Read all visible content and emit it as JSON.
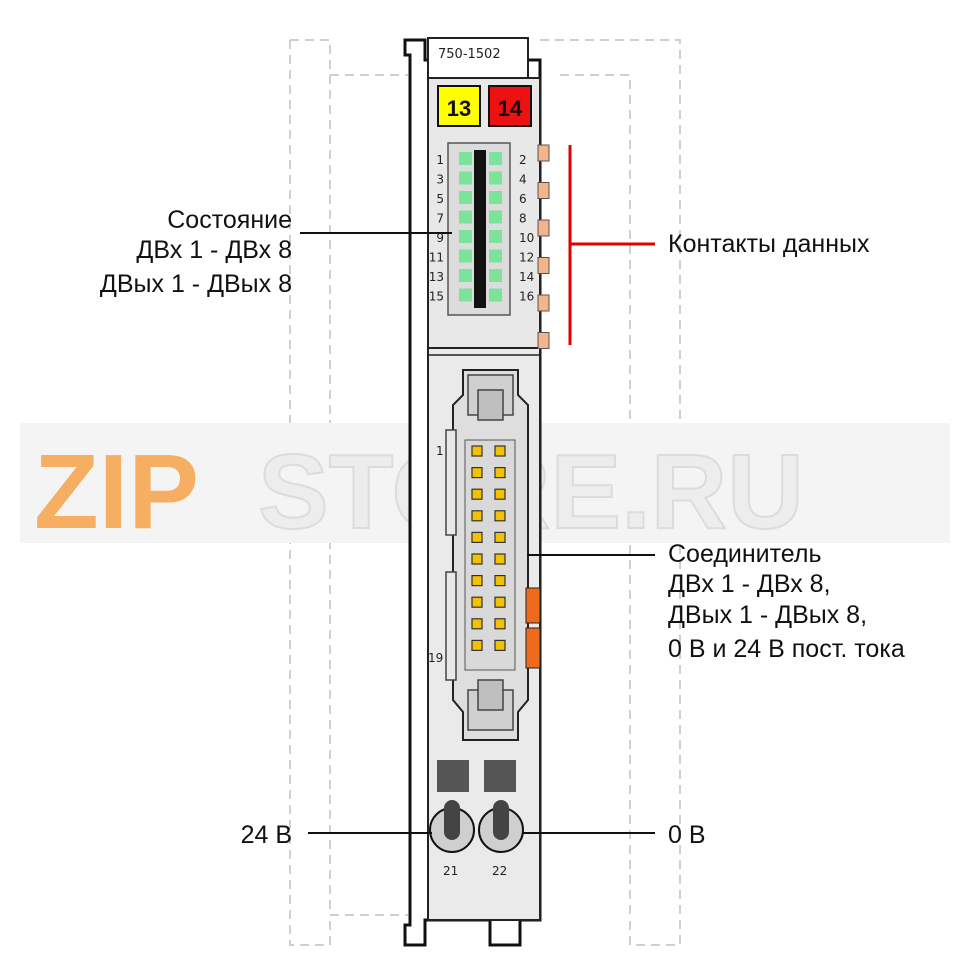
{
  "module": {
    "model": "750-1502",
    "badge_left": "13",
    "badge_right": "14",
    "badge_left_color": "#ffff00",
    "badge_right_color": "#ee1111",
    "led_numbers_left": [
      "1",
      "3",
      "5",
      "7",
      "9",
      "11",
      "13",
      "15"
    ],
    "led_numbers_right": [
      "2",
      "4",
      "6",
      "8",
      "10",
      "12",
      "14",
      "16"
    ],
    "connector_pin_first": "1",
    "connector_pin_last": "19",
    "power_terminal_left": "21",
    "power_terminal_right": "22",
    "led_color": "#7be39a",
    "contact_color": "#f3b48c",
    "connector_latch_color": "#f06a1c"
  },
  "labels": {
    "status_line1": "Состояние",
    "status_line2": "ДВх 1 - ДВх 8",
    "status_line3": "ДВых 1 - ДВых 8",
    "data_contacts": "Контакты данных",
    "connector_line1": "Соединитель",
    "connector_line2": "ДВх 1 - ДВх 8,",
    "connector_line3": "ДВых 1 - ДВых 8,",
    "connector_line4": "0 В и 24 В пост. тока",
    "v24": "24 В",
    "v0": "0 В"
  },
  "watermark": {
    "part1": "ZIP",
    "part2": "STORE.RU"
  },
  "colors": {
    "data_contacts_line": "#e00000",
    "watermark_orange": "#f6ae62"
  }
}
